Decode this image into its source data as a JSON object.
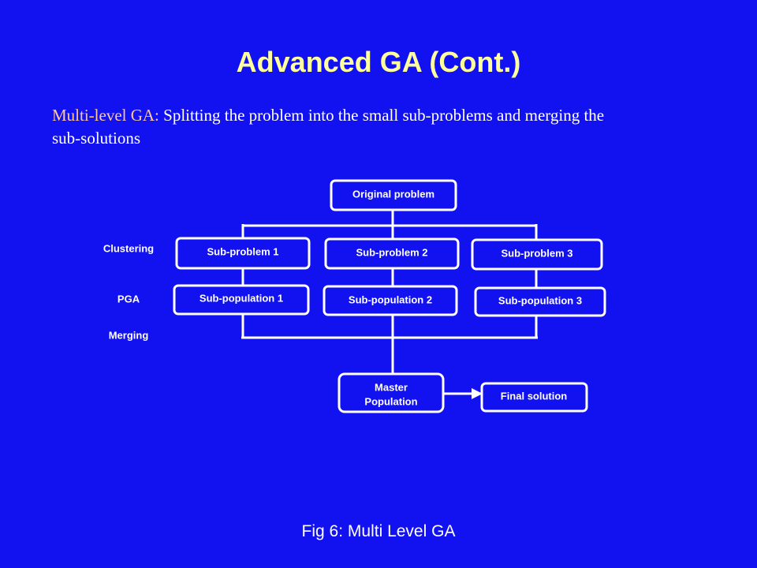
{
  "slide": {
    "title": "Advanced GA (Cont.)",
    "intro_term": "Multi-level GA:",
    "intro_text": " Splitting the problem into the small sub-problems and merging the sub-solutions",
    "caption": "Fig 6: Multi Level GA"
  },
  "diagram": {
    "original_problem": "Original problem",
    "sub_problems": [
      "Sub-problem 1",
      "Sub-problem 2",
      "Sub-problem 3"
    ],
    "sub_populations": [
      "Sub-population 1",
      "Sub-population 2",
      "Sub-population 3"
    ],
    "master_population": [
      "Master",
      "Population"
    ],
    "final_solution": "Final solution",
    "side_labels": {
      "clustering": "Clustering",
      "pga": "PGA",
      "merging": "Merging"
    }
  },
  "colors": {
    "background": "#1212f0",
    "title": "#ffff9c",
    "highlight": "#ffc896",
    "foreground": "#ffffff"
  }
}
